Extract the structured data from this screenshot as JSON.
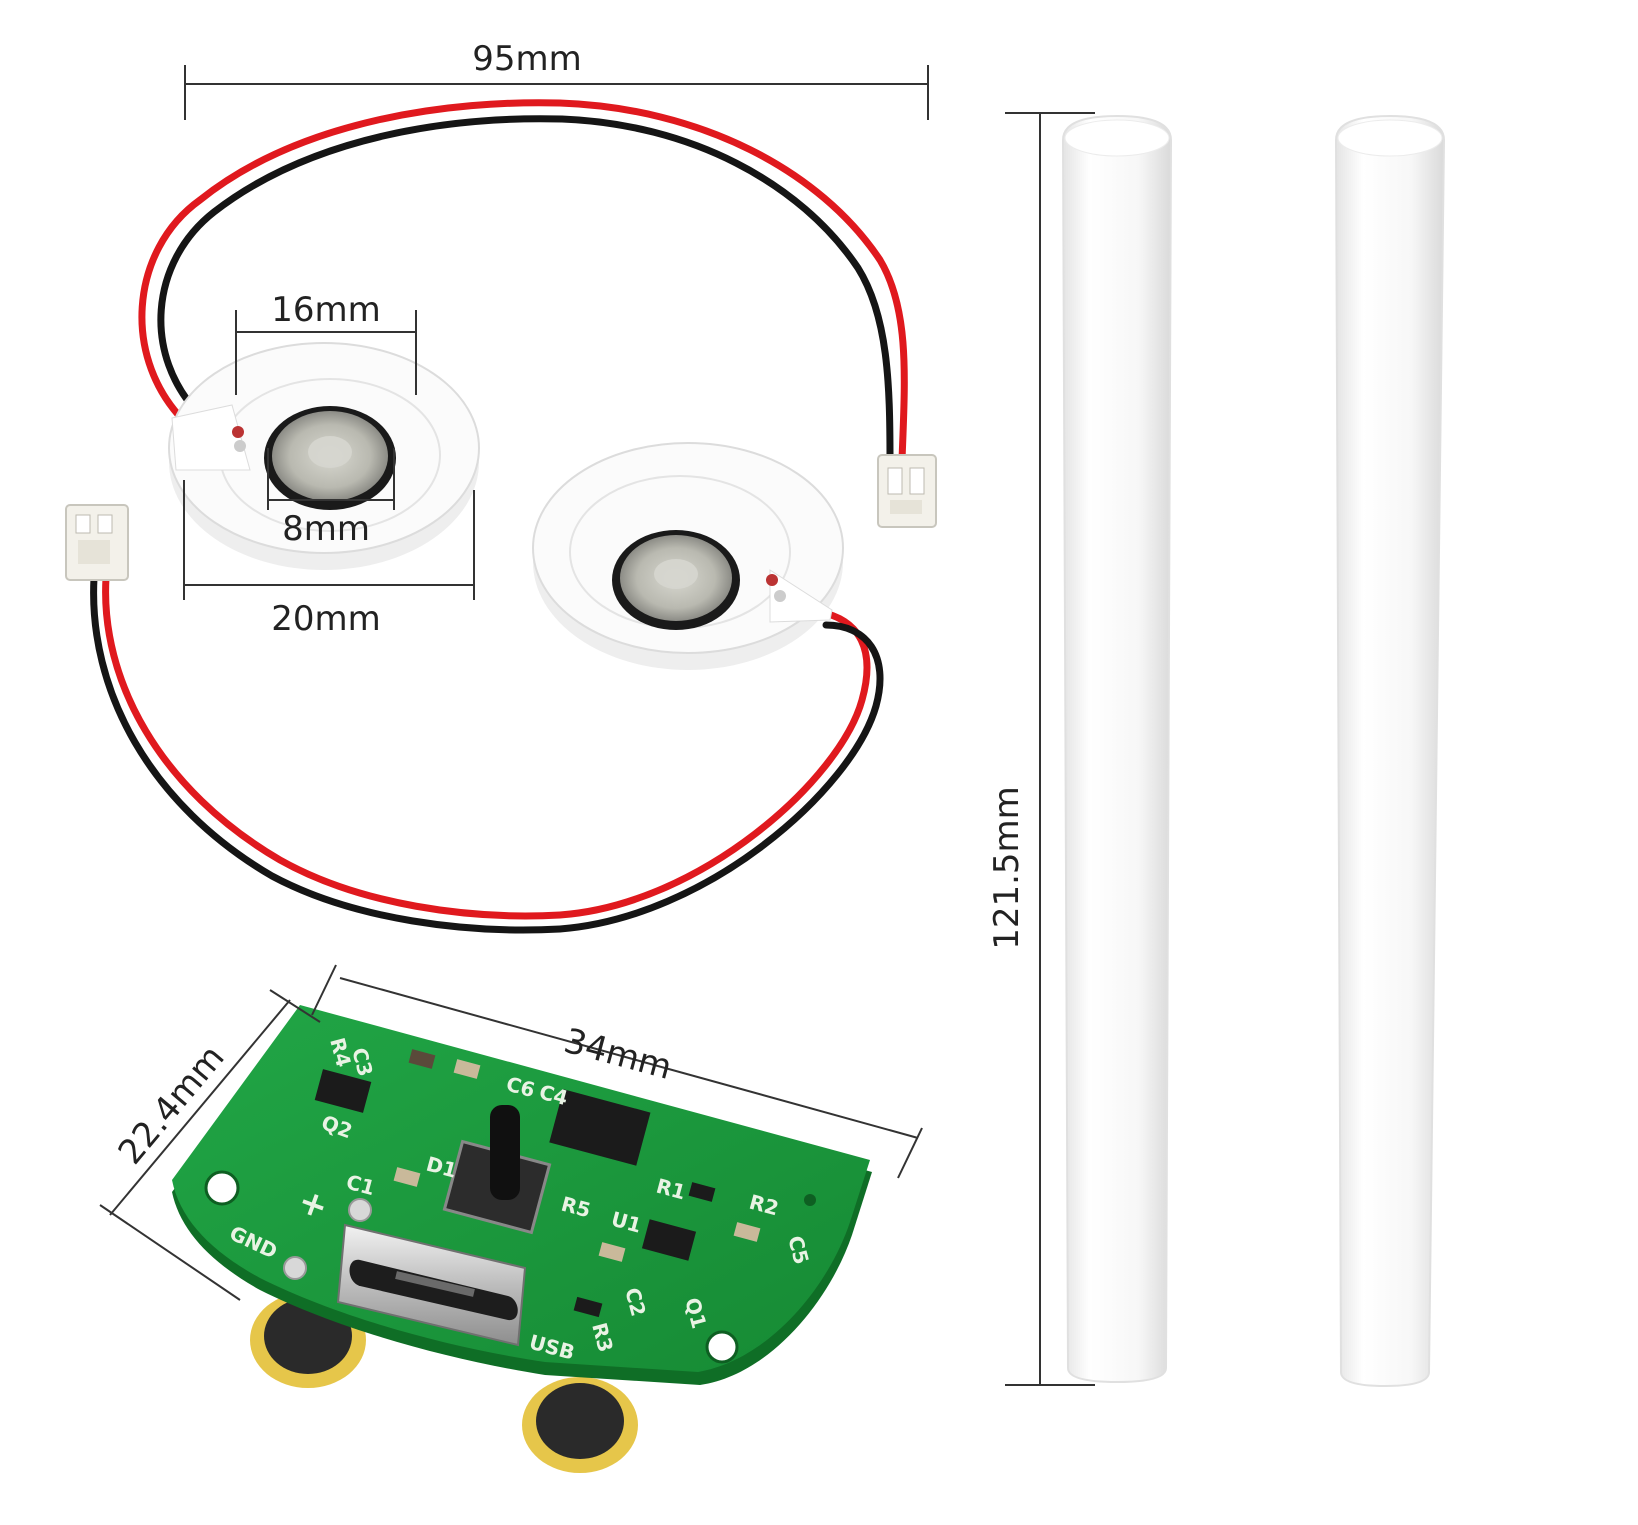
{
  "dimensions": {
    "overall_width": "95mm",
    "inner_diameter": "16mm",
    "disc_diameter": "8mm",
    "outer_diameter": "20mm",
    "rod_length": "121.5mm",
    "board_length": "34mm",
    "board_width": "22.4mm"
  },
  "board_labels": {
    "r4": "R4",
    "c3": "C3",
    "q2": "Q2",
    "c6": "C6",
    "c4": "C4",
    "d1": "D1",
    "c1": "C1",
    "r5": "R5",
    "u1": "U1",
    "r1": "R1",
    "r2": "R2",
    "c5": "C5",
    "c2": "C2",
    "q1": "Q1",
    "r3": "R3",
    "usb": "USB",
    "plus": "+",
    "gnd": "GND"
  },
  "colors": {
    "background": "#ffffff",
    "wire_red": "#e0191e",
    "wire_black": "#151515",
    "pcb_green": "#1a9a3c",
    "rod_white": "#f6f6f6",
    "dimension_line": "#333333"
  }
}
